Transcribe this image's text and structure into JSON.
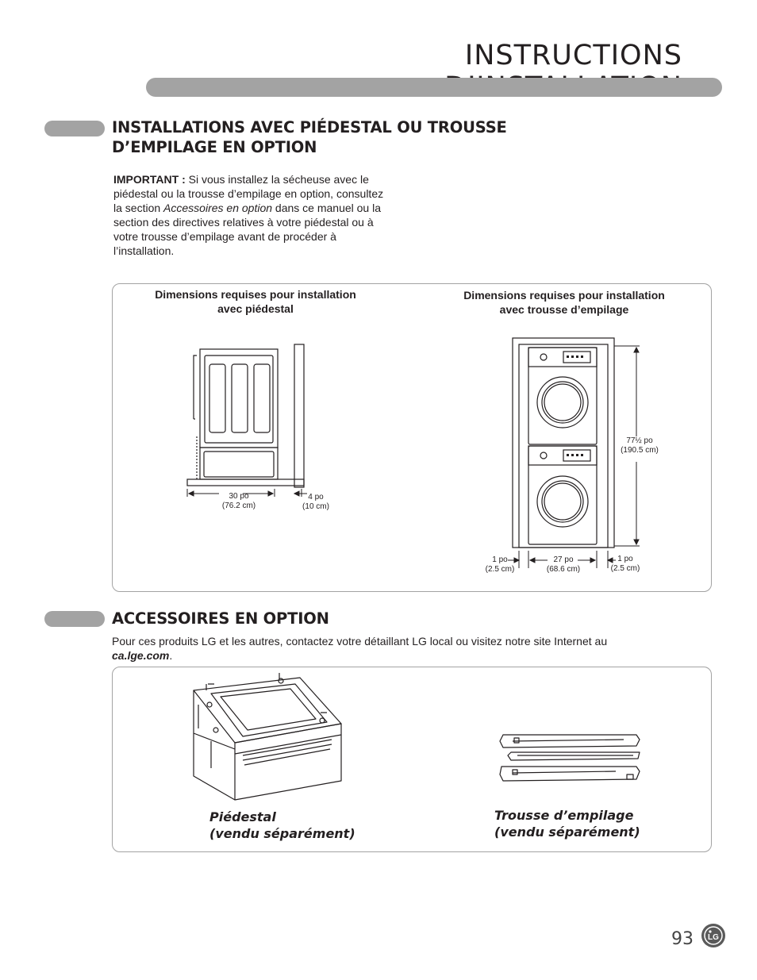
{
  "header": {
    "title": "INSTRUCTIONS D’INSTALLATION"
  },
  "section1": {
    "title_line1": "INSTALLATIONS AVEC PIÉDESTAL OU TROUSSE",
    "title_line2": "D’EMPILAGE EN OPTION",
    "important_label": "IMPORTANT :",
    "important_part1": " Si vous installez la sécheuse avec le piédestal ou la trousse d’empilage en option, consultez la section ",
    "important_italic": "Accessoires en option",
    "important_part2": " dans ce manuel ou la section des directives relatives à votre piédestal ou à votre trousse d’empilage avant de procéder à l’installation."
  },
  "dimensions": {
    "pedestal": {
      "heading_line1": "Dimensions requises pour installation",
      "heading_line2": "avec piédestal",
      "width_label": "30 po",
      "width_metric": "(76.2 cm)",
      "gap_label": "4 po",
      "gap_metric": "(10 cm)"
    },
    "stacking": {
      "heading_line1": "Dimensions requises pour installation",
      "heading_line2": "avec trousse d’empilage",
      "height_label": "77½ po",
      "height_metric": "(190.5 cm)",
      "left_gap_label": "1 po",
      "left_gap_metric": "(2.5 cm)",
      "width_label": "27 po",
      "width_metric": "(68.6 cm)",
      "right_gap_label": "1 po",
      "right_gap_metric": "(2.5 cm)"
    }
  },
  "section2": {
    "title": "ACCESSOIRES EN OPTION",
    "text_part1": "Pour ces produits LG et les autres, contactez votre détaillant LG local ou visitez notre site Internet au ",
    "link": "ca.lge.com",
    "text_part2": ".",
    "pedestal_caption_line1": "Piédestal",
    "pedestal_caption_line2": "(vendu séparément)",
    "stacking_caption_line1": "Trousse d’empilage",
    "stacking_caption_line2": "(vendu séparément)"
  },
  "footer": {
    "page_number": "93",
    "logo_text": "LG"
  }
}
